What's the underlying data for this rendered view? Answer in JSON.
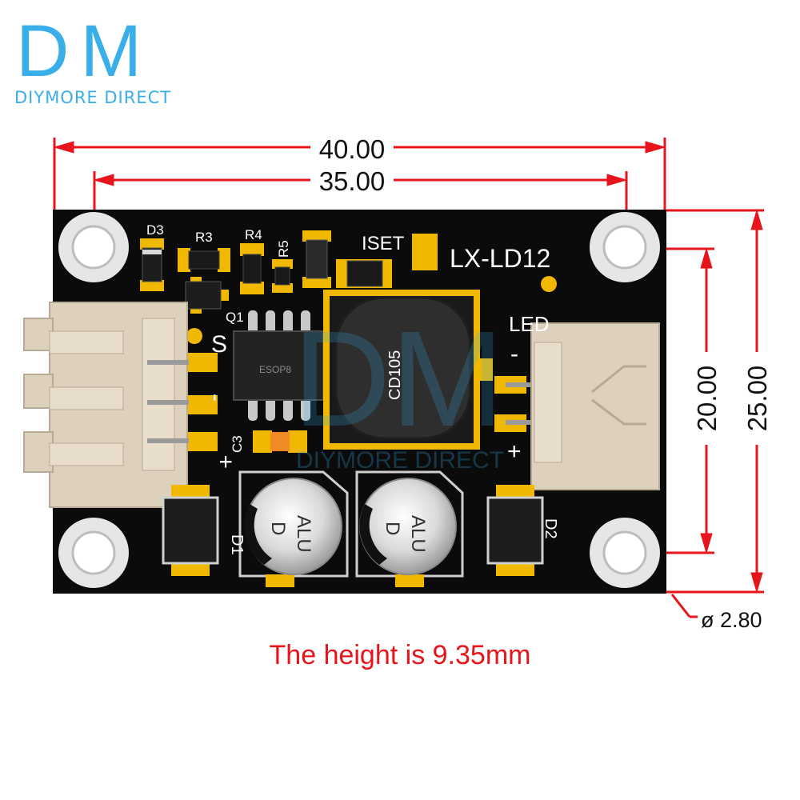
{
  "logo": {
    "mark": "DM",
    "name": "DIYMORE DIRECT",
    "color": "#3aaee8"
  },
  "board": {
    "model": "LX-LD12",
    "ic_label": "ESOP8",
    "inductor_label": "CD105",
    "iset_label": "ISET",
    "led_label": "LED",
    "input_minus": "-",
    "input_plus": "+",
    "led_minus": "-",
    "led_plus": "+",
    "s_label": "S",
    "cap_brand": "ALU",
    "cap_letter": "D",
    "refdes": {
      "d1": "D1",
      "d2": "D2",
      "d3": "D3",
      "r3": "R3",
      "r4": "R4",
      "r5": "R5",
      "q1": "Q1",
      "c3": "C3"
    },
    "watermark": "DIYMORE DIRECT"
  },
  "dimensions": {
    "width_total": "40.00",
    "width_holes": "35.00",
    "height_holes": "20.00",
    "height_total": "25.00",
    "hole_diameter": "ø 2.80"
  },
  "caption": "The height is 9.35mm",
  "colors": {
    "dimension_red": "#e8141b",
    "pcb": "#0b0b0b",
    "pad_gold": "#f0b800",
    "connector": "#ddd0bd"
  }
}
